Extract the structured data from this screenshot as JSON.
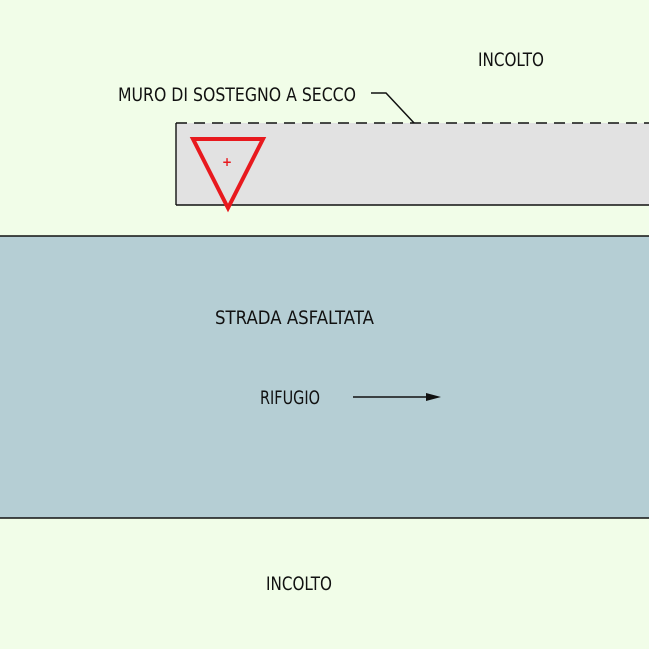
{
  "labels": {
    "incolto_top": "INCOLTO",
    "muro": "MURO DI SOSTEGNO A SECCO",
    "strada": "STRADA ASFALTATA",
    "rifugio": "RIFUGIO",
    "incolto_bottom": "INCOLTO"
  },
  "symbol": {
    "marker": "+",
    "shape": "downward-triangle"
  },
  "colors": {
    "background": "#f1fde8",
    "road": "#b5ced4",
    "wall": "#e2e2e2",
    "line": "#111111",
    "symbol": "#e8191e"
  }
}
